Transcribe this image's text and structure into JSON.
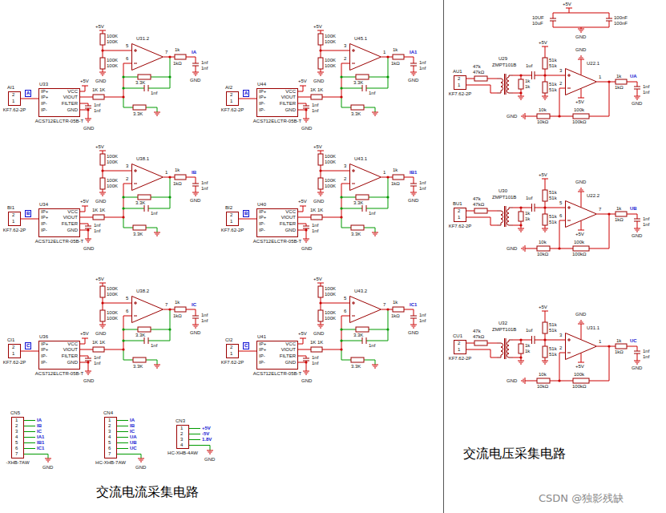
{
  "diagram": {
    "nodes": [
      {
        "text": [
          "AI1",
          "2",
          "1",
          "KF7.62-2P"
        ]
      },
      {
        "text": [
          "U33",
          "IP+",
          "IP+",
          "IP-",
          "IP-",
          "VCC",
          "VIOUT",
          "FILTER",
          "GND",
          "ACS712ELCTR-05B-T"
        ]
      },
      {
        "text": [
          "U31.2",
          "5",
          "6",
          "7"
        ]
      },
      {
        "text": [
          "AI2",
          "2",
          "1",
          "KF7.62-2P"
        ]
      },
      {
        "text": [
          "U44",
          "IP+",
          "IP+",
          "IP-",
          "IP-",
          "VCC",
          "VIOUT",
          "FILTER",
          "GND",
          "ACS712ELCTR-05B-T"
        ]
      },
      {
        "text": [
          "U45.1",
          "3",
          "2",
          "1"
        ]
      },
      {
        "text": [
          "BI1",
          "2",
          "1",
          "KF7.62-2P"
        ]
      },
      {
        "text": [
          "U34",
          "IP+",
          "IP+",
          "IP-",
          "IP-",
          "VCC",
          "VIOUT",
          "FILTER",
          "GND",
          "ACS712ELCTR-05B-T"
        ]
      },
      {
        "text": [
          "U38.1",
          "3",
          "2",
          "1"
        ]
      },
      {
        "text": [
          "BI2",
          "2",
          "1",
          "KF7.62-2P"
        ]
      },
      {
        "text": [
          "U40",
          "IP+",
          "IP+",
          "IP-",
          "IP-",
          "VCC",
          "VIOUT",
          "FILTER",
          "GND",
          "ACS712ELCTR-05B-T"
        ]
      },
      {
        "text": [
          "U43.1",
          "3",
          "2",
          "1"
        ]
      },
      {
        "text": [
          "CI1",
          "2",
          "1",
          "KF7.62-2P"
        ]
      },
      {
        "text": [
          "U36",
          "IP+",
          "IP+",
          "IP-",
          "IP-",
          "VCC",
          "VIOUT",
          "FILTER",
          "GND",
          "ACS712ELCTR-05B-T"
        ]
      },
      {
        "text": [
          "U38.2",
          "5",
          "6",
          "7"
        ]
      },
      {
        "text": [
          "CI2",
          "2",
          "1",
          "KF7.62-2P"
        ]
      },
      {
        "text": [
          "U41",
          "IP+",
          "IP+",
          "IP-",
          "IP-",
          "VCC",
          "VIOUT",
          "FILTER",
          "GND",
          "ACS712ELCTR-05B-T"
        ]
      },
      {
        "text": [
          "U43.2",
          "5",
          "6",
          "7"
        ]
      },
      {
        "text": [
          "AU1",
          "2",
          "1",
          "KF7.62-2P"
        ]
      },
      {
        "text": [
          "U29",
          "ZMPT101B"
        ]
      },
      {
        "text": [
          "U22.1",
          "3",
          "2",
          "1"
        ]
      },
      {
        "text": [
          "BU1",
          "2",
          "1",
          "KF7.62-2P"
        ]
      },
      {
        "text": [
          "U30",
          "ZMPT101B"
        ]
      },
      {
        "text": [
          "U22.2",
          "5",
          "6",
          "7"
        ]
      },
      {
        "text": [
          "CU1",
          "2",
          "1",
          "KF7.62-2P"
        ]
      },
      {
        "text": [
          "U32",
          "ZMPT101B"
        ]
      },
      {
        "text": [
          "U31.1",
          "3",
          "2",
          "1"
        ]
      },
      {
        "text": [
          "CN5",
          "1",
          "2",
          "3",
          "4",
          "5",
          "6",
          "7",
          "-XHB-7AW"
        ]
      },
      {
        "text": [
          "CN4",
          "1",
          "2",
          "3",
          "4",
          "5",
          "6",
          "7",
          "HC-XHB-7AW"
        ]
      },
      {
        "text": [
          "CN3",
          "1",
          "2",
          "3",
          "4",
          "HC-XHB-4AW"
        ]
      }
    ],
    "edges": [
      {
        "from": 0,
        "to": 1,
        "arrow": "none"
      },
      {
        "from": 1,
        "to": 2,
        "arrow": "none"
      },
      {
        "from": 3,
        "to": 4,
        "arrow": "none"
      },
      {
        "from": 4,
        "to": 5,
        "arrow": "none"
      },
      {
        "from": 6,
        "to": 7,
        "arrow": "none"
      },
      {
        "from": 7,
        "to": 8,
        "arrow": "none"
      },
      {
        "from": 9,
        "to": 10,
        "arrow": "none"
      },
      {
        "from": 10,
        "to": 11,
        "arrow": "none"
      },
      {
        "from": 12,
        "to": 13,
        "arrow": "none"
      },
      {
        "from": 13,
        "to": 14,
        "arrow": "none"
      },
      {
        "from": 15,
        "to": 16,
        "arrow": "none"
      },
      {
        "from": 16,
        "to": 17,
        "arrow": "none"
      },
      {
        "from": 18,
        "to": 19,
        "arrow": "none"
      },
      {
        "from": 19,
        "to": 20,
        "arrow": "none"
      },
      {
        "from": 21,
        "to": 22,
        "arrow": "none"
      },
      {
        "from": 22,
        "to": 23,
        "arrow": "none"
      },
      {
        "from": 24,
        "to": 25,
        "arrow": "none"
      },
      {
        "from": 25,
        "to": 26,
        "arrow": "none"
      }
    ],
    "labels": [
      "+5V",
      "100K",
      "100K",
      "100K",
      "100K",
      "GND",
      "1k",
      "1kΩ",
      "IA",
      "1nf",
      "1nf",
      "GND",
      "3.3K",
      "1nf",
      "3.3K",
      "1K 1K",
      "+5V",
      "1nf",
      "1nf",
      "GND",
      "A",
      "+5V",
      "100K",
      "100K",
      "100K",
      "100K",
      "GND",
      "1k",
      "1kΩ",
      "IA1",
      "1nf",
      "1nf",
      "GND",
      "3.3K",
      "1nf",
      "3.3K",
      "1K 1K",
      "+5V",
      "1nf",
      "1nf",
      "GND",
      "A",
      "+5V",
      "100K",
      "100K",
      "100K",
      "100K",
      "GND",
      "1k",
      "1kΩ",
      "IB",
      "1nf",
      "1nf",
      "GND",
      "3.3K",
      "1nf",
      "3.3K",
      "1K 1K",
      "+5V",
      "1nf",
      "1nf",
      "GND",
      "B",
      "+5V",
      "100K",
      "100K",
      "100K",
      "100K",
      "GND",
      "1k",
      "1kΩ",
      "IB1",
      "1nf",
      "1nf",
      "GND",
      "3.3K",
      "1nf",
      "3.3K",
      "1K 1K",
      "+5V",
      "1nf",
      "1nf",
      "GND",
      "B",
      "+5V",
      "100K",
      "100K",
      "100K",
      "100K",
      "GND",
      "1k",
      "1kΩ",
      "IC",
      "1nf",
      "1nf",
      "GND",
      "3.3K",
      "1nf",
      "3.3K",
      "1K 1K",
      "+5V",
      "1nf",
      "1nf",
      "GND",
      "C",
      "+5V",
      "100K",
      "100K",
      "100K",
      "100K",
      "GND",
      "1k",
      "1kΩ",
      "IC1",
      "1nf",
      "1nf",
      "GND",
      "3.3K",
      "1nf",
      "3.3K",
      "1K 1K",
      "+5V",
      "1nf",
      "1nf",
      "GND",
      "C",
      "+5V",
      "47k",
      "47kΩ",
      "1uf",
      "51k",
      "51k",
      "51k",
      "51k",
      "1k",
      "1k",
      "GND",
      "+5V",
      "10k",
      "10kΩ",
      "100k",
      "100kΩ",
      "GND",
      "1k",
      "1kΩ",
      "UA",
      "1nf",
      "1nf",
      "GND",
      "+5V",
      "47k",
      "47kΩ",
      "1uf",
      "51k",
      "51k",
      "51k",
      "51k",
      "1k",
      "1k",
      "GND",
      "+5V",
      "10k",
      "10kΩ",
      "100k",
      "100kΩ",
      "GND",
      "1k",
      "1kΩ",
      "UB",
      "1nf",
      "1nf",
      "GND",
      "+5V",
      "47k",
      "47kΩ",
      "1uf",
      "51k",
      "51k",
      "51k",
      "51k",
      "1k",
      "1k",
      "GND",
      "+5V",
      "10k",
      "10kΩ",
      "100k",
      "100kΩ",
      "GND",
      "1k",
      "1kΩ",
      "UC",
      "1nf",
      "1nf",
      "GND",
      "+5V",
      "10UF",
      "10uF",
      "100nF",
      "100nF",
      "GND",
      "IA",
      "IB",
      "IC",
      "IA1",
      "IB1",
      "IC1",
      "GND",
      "IA",
      "IB",
      "IC",
      "UA",
      "UB",
      "UC",
      "GND",
      "+5V",
      "-5V",
      "1.8V",
      "GND",
      "交流电流采集电路",
      "交流电压采集电路",
      "CSDN @独影残缺"
    ]
  }
}
